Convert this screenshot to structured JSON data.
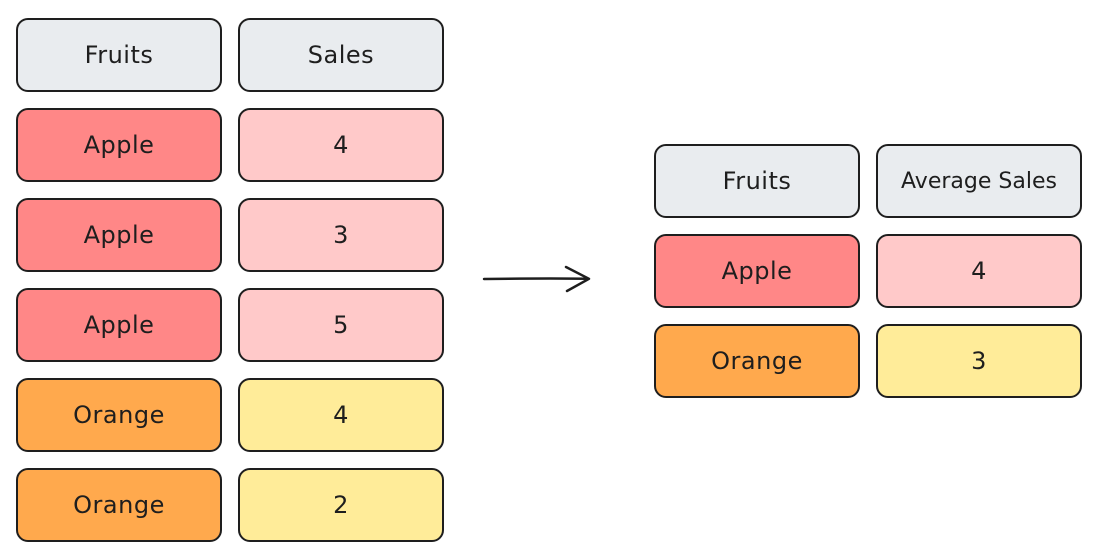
{
  "left_table": {
    "headers": [
      "Fruits",
      "Sales"
    ],
    "rows": [
      {
        "fruit": "Apple",
        "value": "4"
      },
      {
        "fruit": "Apple",
        "value": "3"
      },
      {
        "fruit": "Apple",
        "value": "5"
      },
      {
        "fruit": "Orange",
        "value": "4"
      },
      {
        "fruit": "Orange",
        "value": "2"
      }
    ]
  },
  "right_table": {
    "headers": [
      "Fruits",
      "Average Sales"
    ],
    "rows": [
      {
        "fruit": "Apple",
        "value": "4"
      },
      {
        "fruit": "Orange",
        "value": "3"
      }
    ]
  },
  "colors": {
    "header": "#e9ecef",
    "apple_fruit": "#ff8787",
    "apple_value": "#ffc9c9",
    "orange_fruit": "#ffa94d",
    "orange_value": "#ffec99",
    "stroke": "#1e1e1e"
  },
  "icons": {
    "arrow": "arrow-right-icon"
  }
}
